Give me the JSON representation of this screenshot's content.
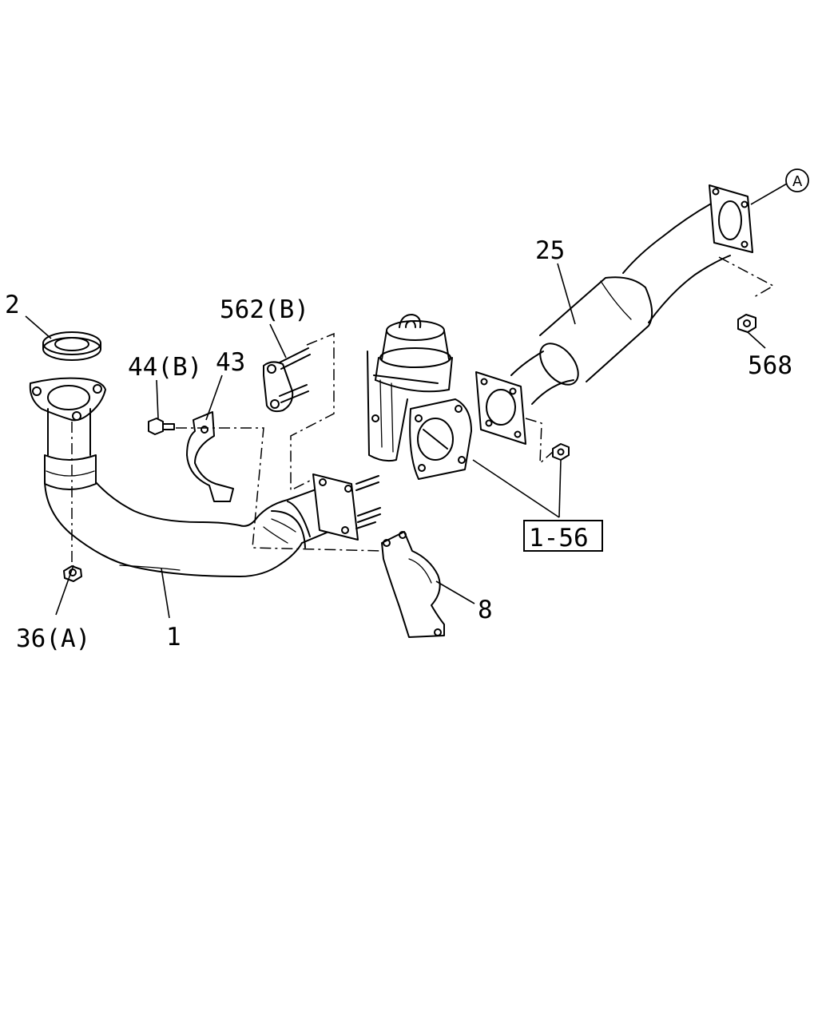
{
  "diagram": {
    "type": "exploded-parts-diagram",
    "callouts": {
      "p2": "2",
      "p1": "1",
      "p36a": "36(A)",
      "p44b": "44(B)",
      "p43": "43",
      "p562b": "562(B)",
      "p8": "8",
      "p1_56": "1-56",
      "p25": "25",
      "p568": "568",
      "pA": "A"
    }
  }
}
